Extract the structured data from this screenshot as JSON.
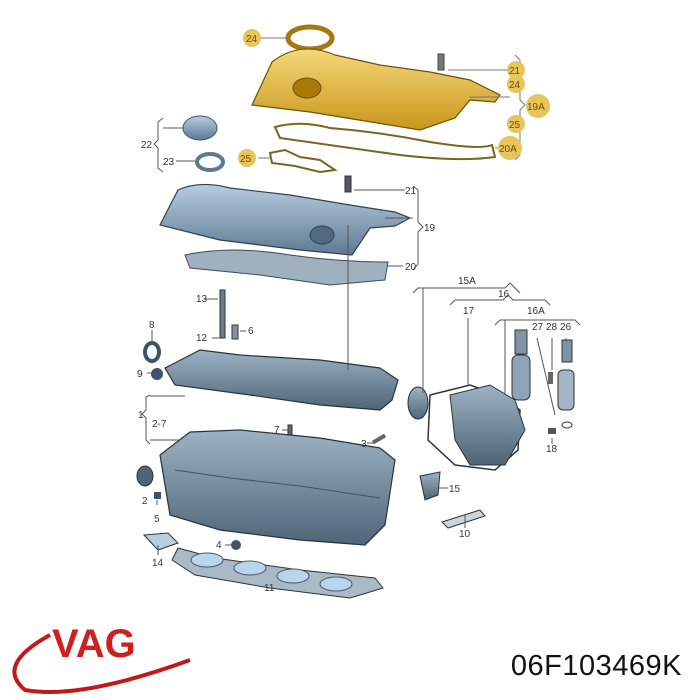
{
  "brand": {
    "name": "VAG",
    "color": "#d11f1f"
  },
  "part_number": "06F103469K",
  "colors": {
    "highlight_gold": "#e0b020",
    "highlight_badge": "#e8c55a",
    "part_blue": "#7f9fb8",
    "part_dark": "#3e5466",
    "line": "#333333"
  },
  "callouts": {
    "c24a": "24",
    "c21a": "21",
    "c24b": "24",
    "c19A": "19A",
    "c25a": "25",
    "c20A": "20A",
    "c25b": "25",
    "c22": "22",
    "c23": "23",
    "c21b": "21",
    "c19": "19",
    "c20": "20",
    "c15A": "15A",
    "c16": "16",
    "c17": "17",
    "c16A": "16A",
    "c27": "27",
    "c28": "28",
    "c26": "26",
    "c18": "18",
    "c13": "13",
    "c8": "8",
    "c12": "12",
    "c6": "6",
    "c9": "9",
    "c1": "1",
    "c2_7": "2-7",
    "c7": "7",
    "c3": "3",
    "c2": "2",
    "c5": "5",
    "c4": "4",
    "c14": "14",
    "c15": "15",
    "c10": "10",
    "c11": "11"
  },
  "parts": [
    {
      "id": "19A",
      "name": "cylinder head cover (highlighted)"
    },
    {
      "id": "19",
      "name": "cylinder head cover"
    },
    {
      "id": "20",
      "name": "cover gasket"
    },
    {
      "id": "11",
      "name": "cylinder head gasket"
    }
  ]
}
